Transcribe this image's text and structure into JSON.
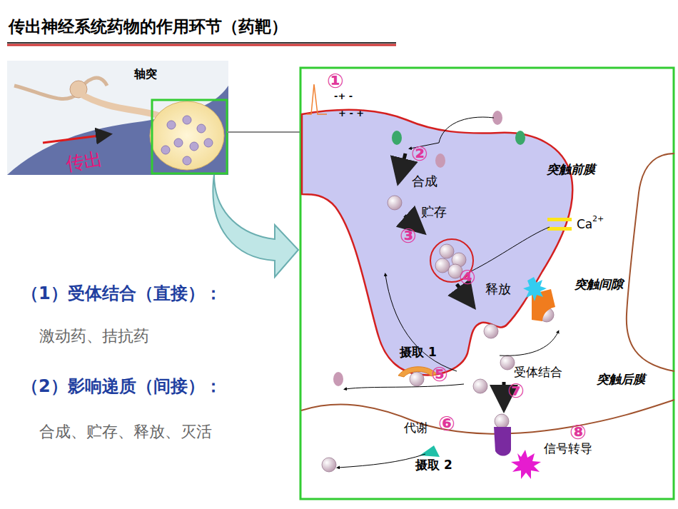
{
  "diagram": {
    "title": "传出神经系统药物的作用环节（药靶）",
    "labels": [
      "轴突",
      "传出",
      "（1）受体结合（直接）：",
      "激动药、拮抗药",
      "（2）影响递质（间接）：",
      "合成、贮存、释放、灭活",
      "①",
      "-+ -",
      "+ - +",
      "②",
      "合成",
      "突触前膜",
      "贮存",
      "③",
      "Ca",
      "2+",
      "④",
      "释放",
      "突触间隙",
      "摄取 1",
      "⑤",
      "受体结合",
      "⑦",
      "突触后膜",
      "代谢",
      "⑥",
      "⑧",
      "信号转导",
      "摄取 2"
    ]
  }
}
